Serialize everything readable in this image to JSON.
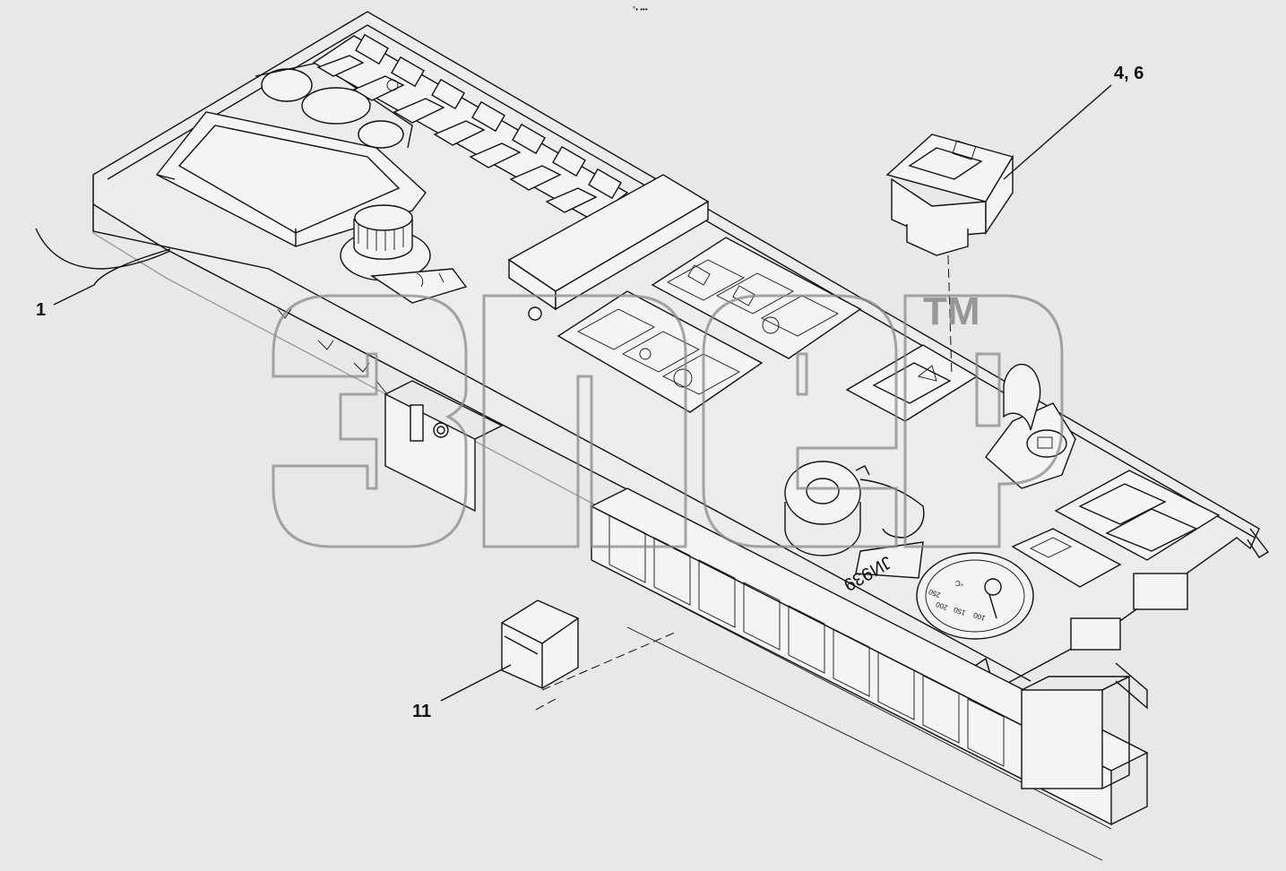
{
  "callouts": [
    {
      "id": "c1",
      "label": "1"
    },
    {
      "id": "c46",
      "label": "4, 6"
    },
    {
      "id": "c11",
      "label": "11"
    }
  ],
  "watermark": {
    "trademark": "TM",
    "color": "#8a8a8a"
  },
  "panel_stamp": "JИ939",
  "top_mark": "°• •••",
  "gauge_unit": "°C",
  "gauge_scale": [
    "100",
    "150",
    "200",
    "250"
  ],
  "colors": {
    "background": "#e8e8e8",
    "line": "#111111",
    "watermark": "#8a8a8a"
  }
}
